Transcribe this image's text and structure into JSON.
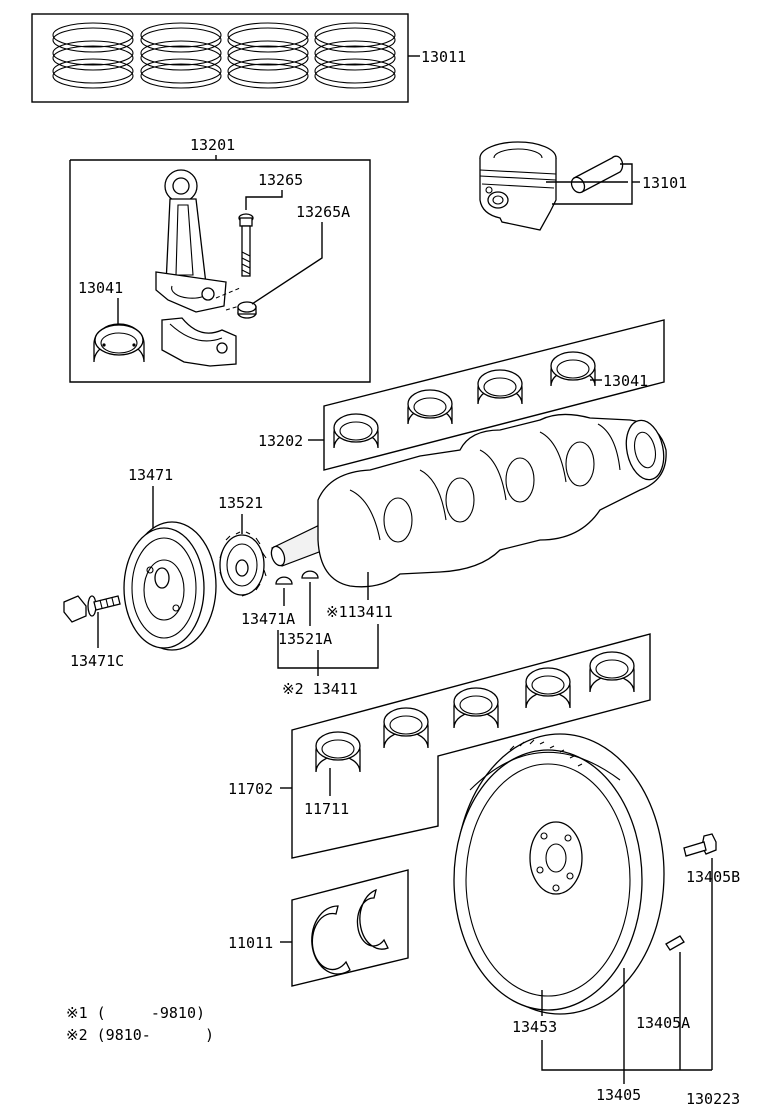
{
  "labels": {
    "p13011": "13011",
    "p13201": "13201",
    "p13265": "13265",
    "p13265A": "13265A",
    "p13041_rod": "13041",
    "p13101": "13101",
    "p13041_main": "13041",
    "p13202": "13202",
    "p13471": "13471",
    "p13521": "13521",
    "p13471A": "13471A",
    "p13521A": "13521A",
    "p13411_a": "※113411",
    "p13411_b": "※2 13411",
    "p13471C": "13471C",
    "p11702": "11702",
    "p11711": "11711",
    "p11011": "11011",
    "p13405B": "13405B",
    "p13453": "13453",
    "p13405A": "13405A",
    "p13405": "13405",
    "p130223": "130223"
  },
  "notes": {
    "note1": "※1 (     -9810)",
    "note2": "※2 (9810-      )"
  }
}
